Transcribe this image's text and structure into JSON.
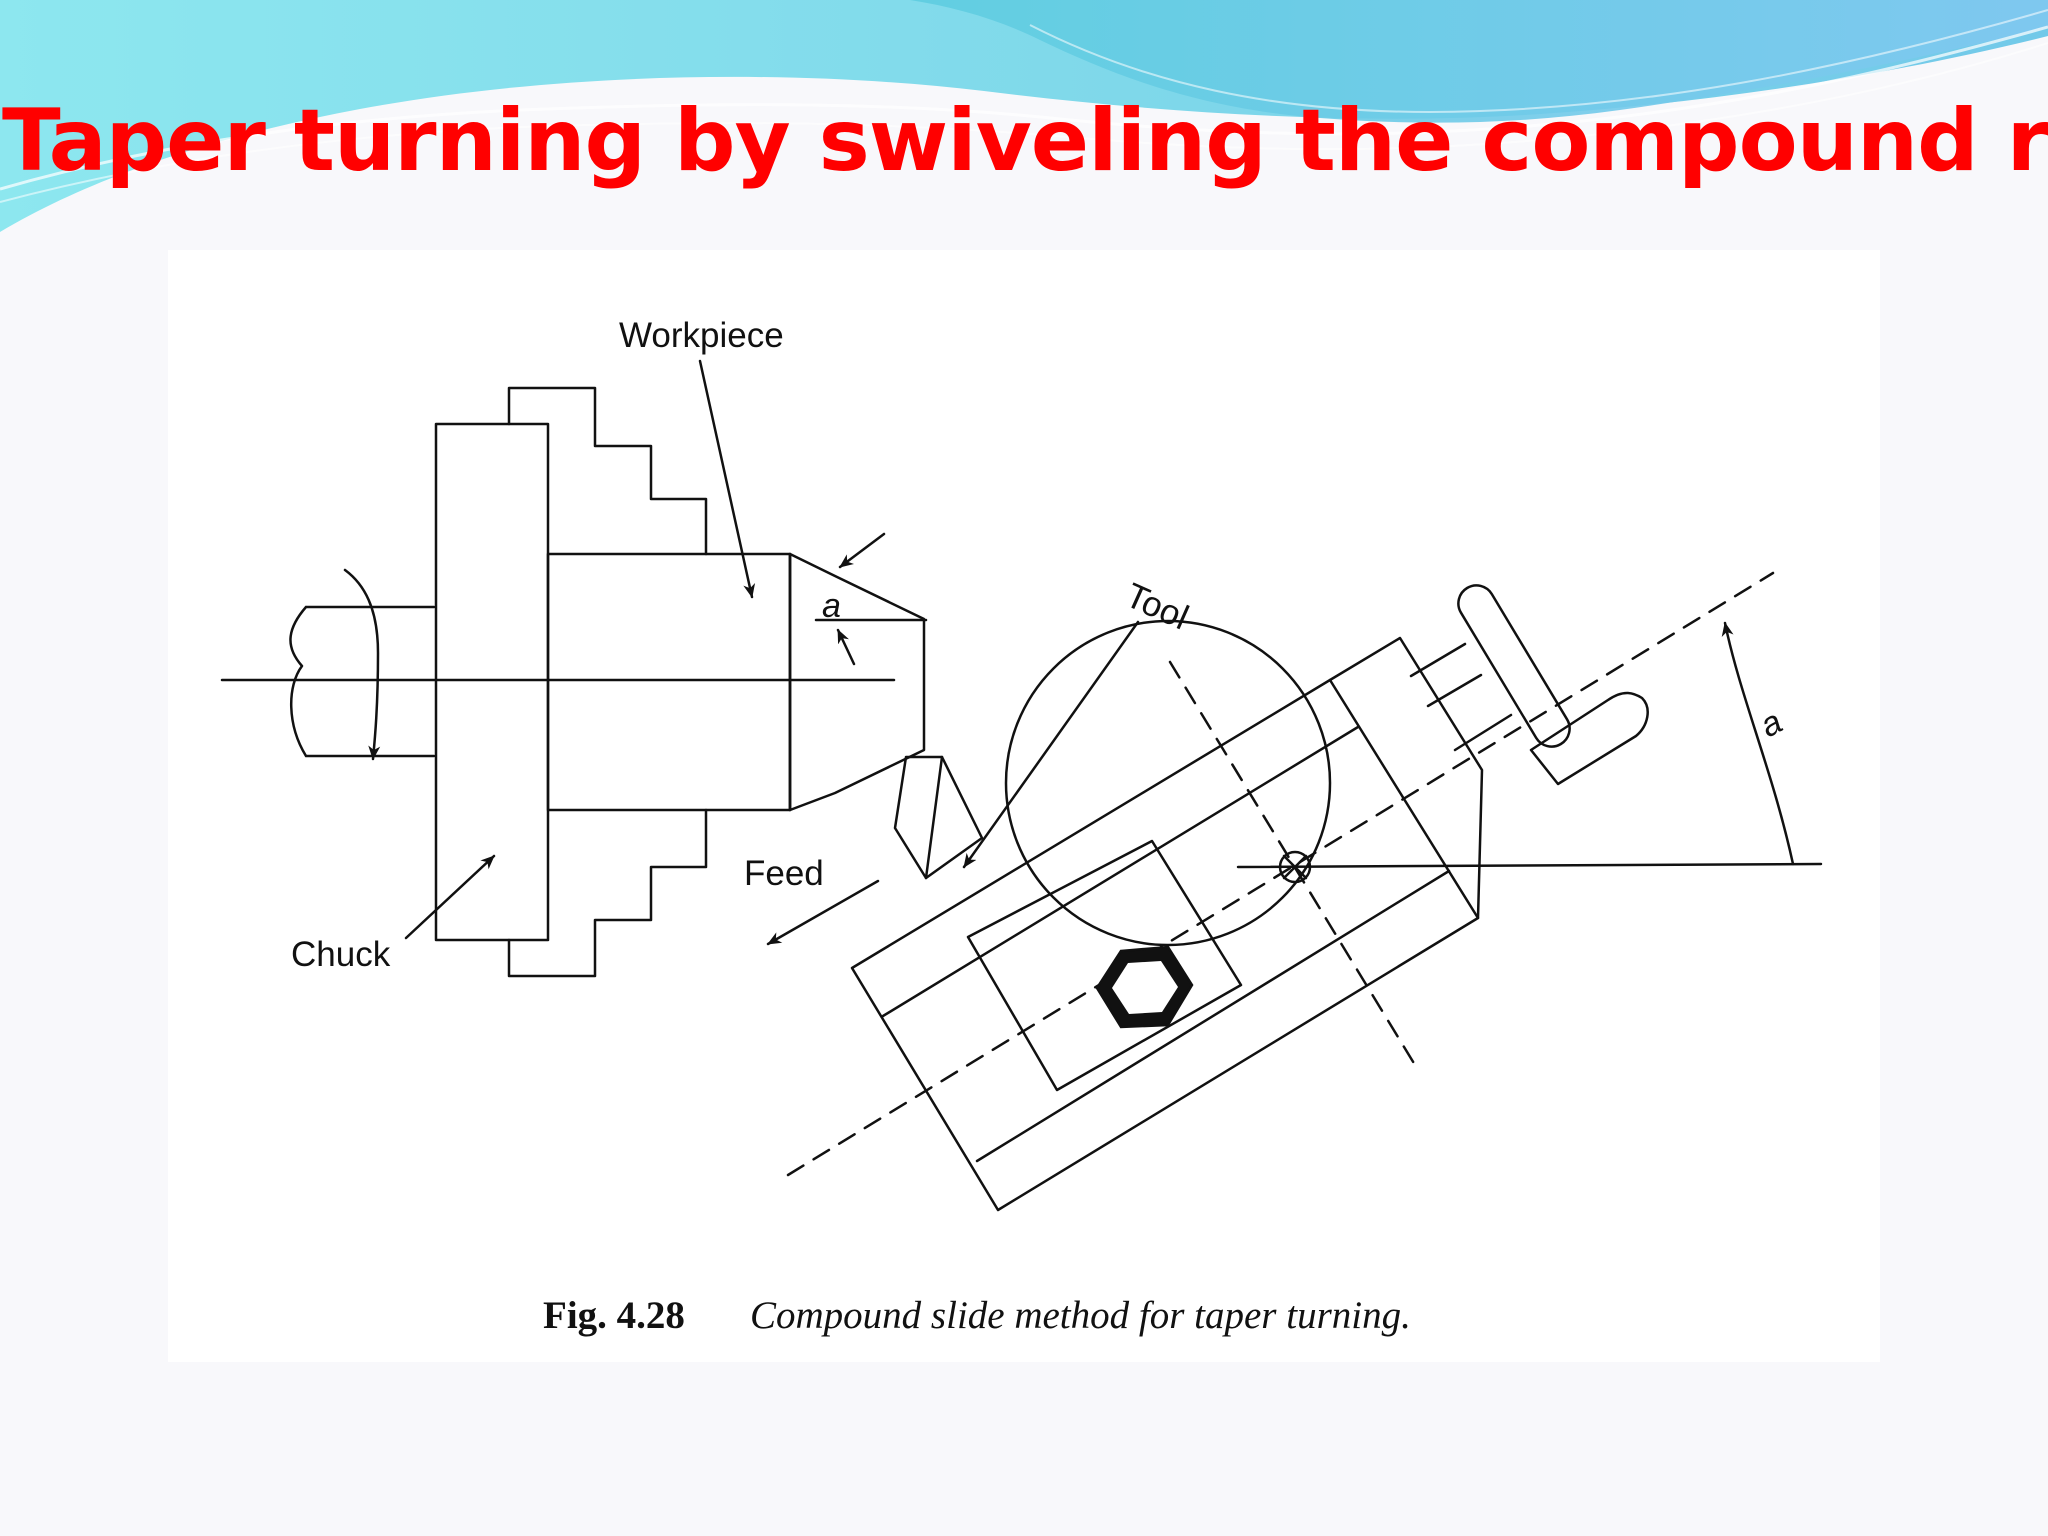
{
  "slide": {
    "title": "Taper turning by swiveling the compound rest"
  },
  "figure": {
    "labels": {
      "workpiece": "Workpiece",
      "tool": "Tool",
      "feed": "Feed",
      "chuck": "Chuck",
      "angle_left": "a",
      "angle_right": "a"
    },
    "caption": {
      "number": "Fig. 4.28",
      "text": "Compound slide method for taper turning."
    }
  },
  "colors": {
    "title": "#ff0000",
    "header_wave_primary": "#84dce8",
    "header_wave_secondary": "#5fc8de",
    "drawing_line": "#111111",
    "background": "#f8f8fb"
  }
}
